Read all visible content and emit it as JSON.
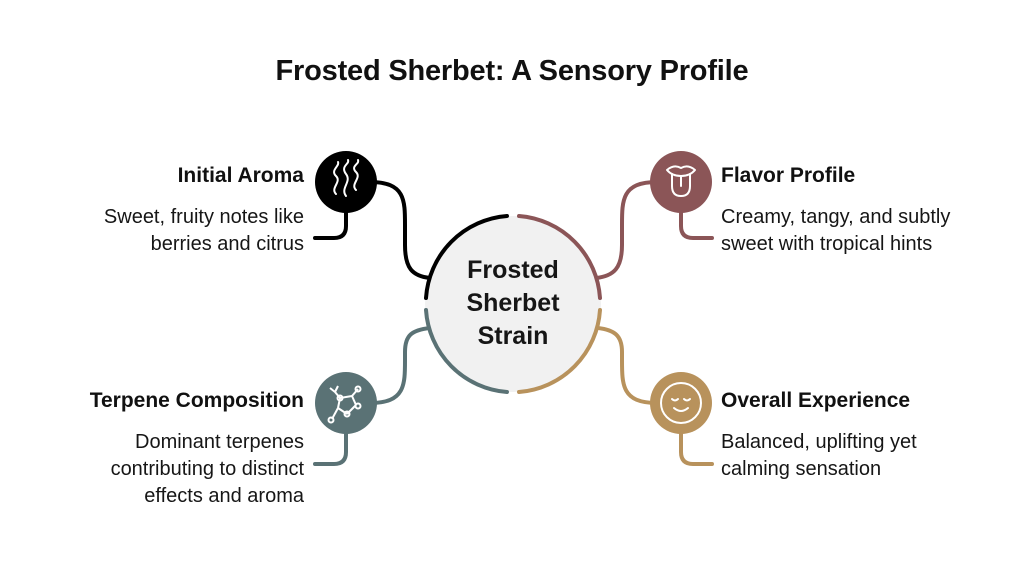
{
  "title": "Frosted Sherbet: A Sensory Profile",
  "center": {
    "lines": [
      "Frosted",
      "Sherbet",
      "Strain"
    ],
    "label": "Frosted Sherbet Strain",
    "fill": "#f1f1f1"
  },
  "nodes": [
    {
      "id": "initial-aroma",
      "title": "Initial Aroma",
      "description_lines": [
        "Sweet, fruity notes like",
        "berries and citrus"
      ],
      "icon": "steam-aroma-icon",
      "color": "#000000",
      "position": "top-left"
    },
    {
      "id": "flavor-profile",
      "title": "Flavor Profile",
      "description_lines": [
        "Creamy, tangy, and subtly",
        "sweet with tropical hints"
      ],
      "icon": "tongue-icon",
      "color": "#8b5557",
      "position": "top-right"
    },
    {
      "id": "terpene-composition",
      "title": "Terpene Composition",
      "description_lines": [
        "Dominant terpenes",
        "contributing to distinct",
        "effects and aroma"
      ],
      "icon": "molecule-icon",
      "color": "#5a7275",
      "position": "bottom-left"
    },
    {
      "id": "overall-experience",
      "title": "Overall Experience",
      "description_lines": [
        "Balanced, uplifting yet",
        "calming sensation"
      ],
      "icon": "calm-face-icon",
      "color": "#b8925c",
      "position": "bottom-right"
    }
  ]
}
